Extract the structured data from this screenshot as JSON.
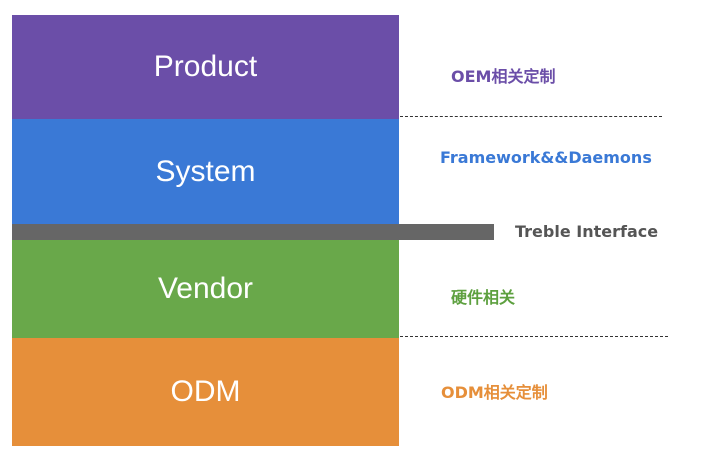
{
  "layers": [
    {
      "label": "Product",
      "color": "#6b4ea8"
    },
    {
      "label": "System",
      "color": "#3a79d6"
    },
    {
      "label": "Vendor",
      "color": "#69a84a"
    },
    {
      "label": "ODM",
      "color": "#e68f3a"
    }
  ],
  "treble": {
    "label": "Treble Interface",
    "bar_color": "#666666",
    "text_color": "#555555"
  },
  "annotations": {
    "product": {
      "text": "OEM相关定制",
      "color": "#6b4ea8"
    },
    "system": {
      "text": "Framework&&Daemons",
      "color": "#3a79d6"
    },
    "vendor": {
      "text": "硬件相关",
      "color": "#5da03f"
    },
    "odm": {
      "text": "ODM相关定制",
      "color": "#e68f3a"
    }
  }
}
